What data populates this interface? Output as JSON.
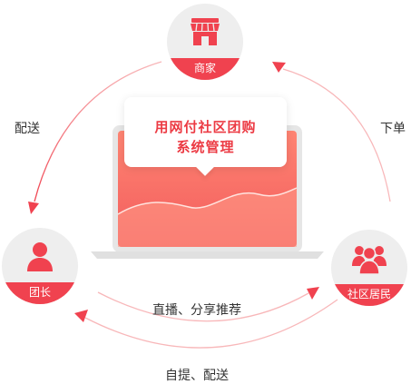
{
  "title": {
    "line1": "用网付社区团购",
    "line2": "系统管理"
  },
  "nodes": {
    "merchant": {
      "label": "商家",
      "icon": "storefront-icon"
    },
    "leader": {
      "label": "团长",
      "icon": "person-icon"
    },
    "residents": {
      "label": "社区居民",
      "icon": "group-icon"
    }
  },
  "edges": {
    "merchant_to_leader": "配送",
    "residents_to_merchant": "下单",
    "leader_to_residents": "直播、分享推荐",
    "residents_to_leader": "自提、配送"
  },
  "colors": {
    "accent": "#f0424f",
    "node_bg": "#eeeeee",
    "text": "#333333"
  }
}
